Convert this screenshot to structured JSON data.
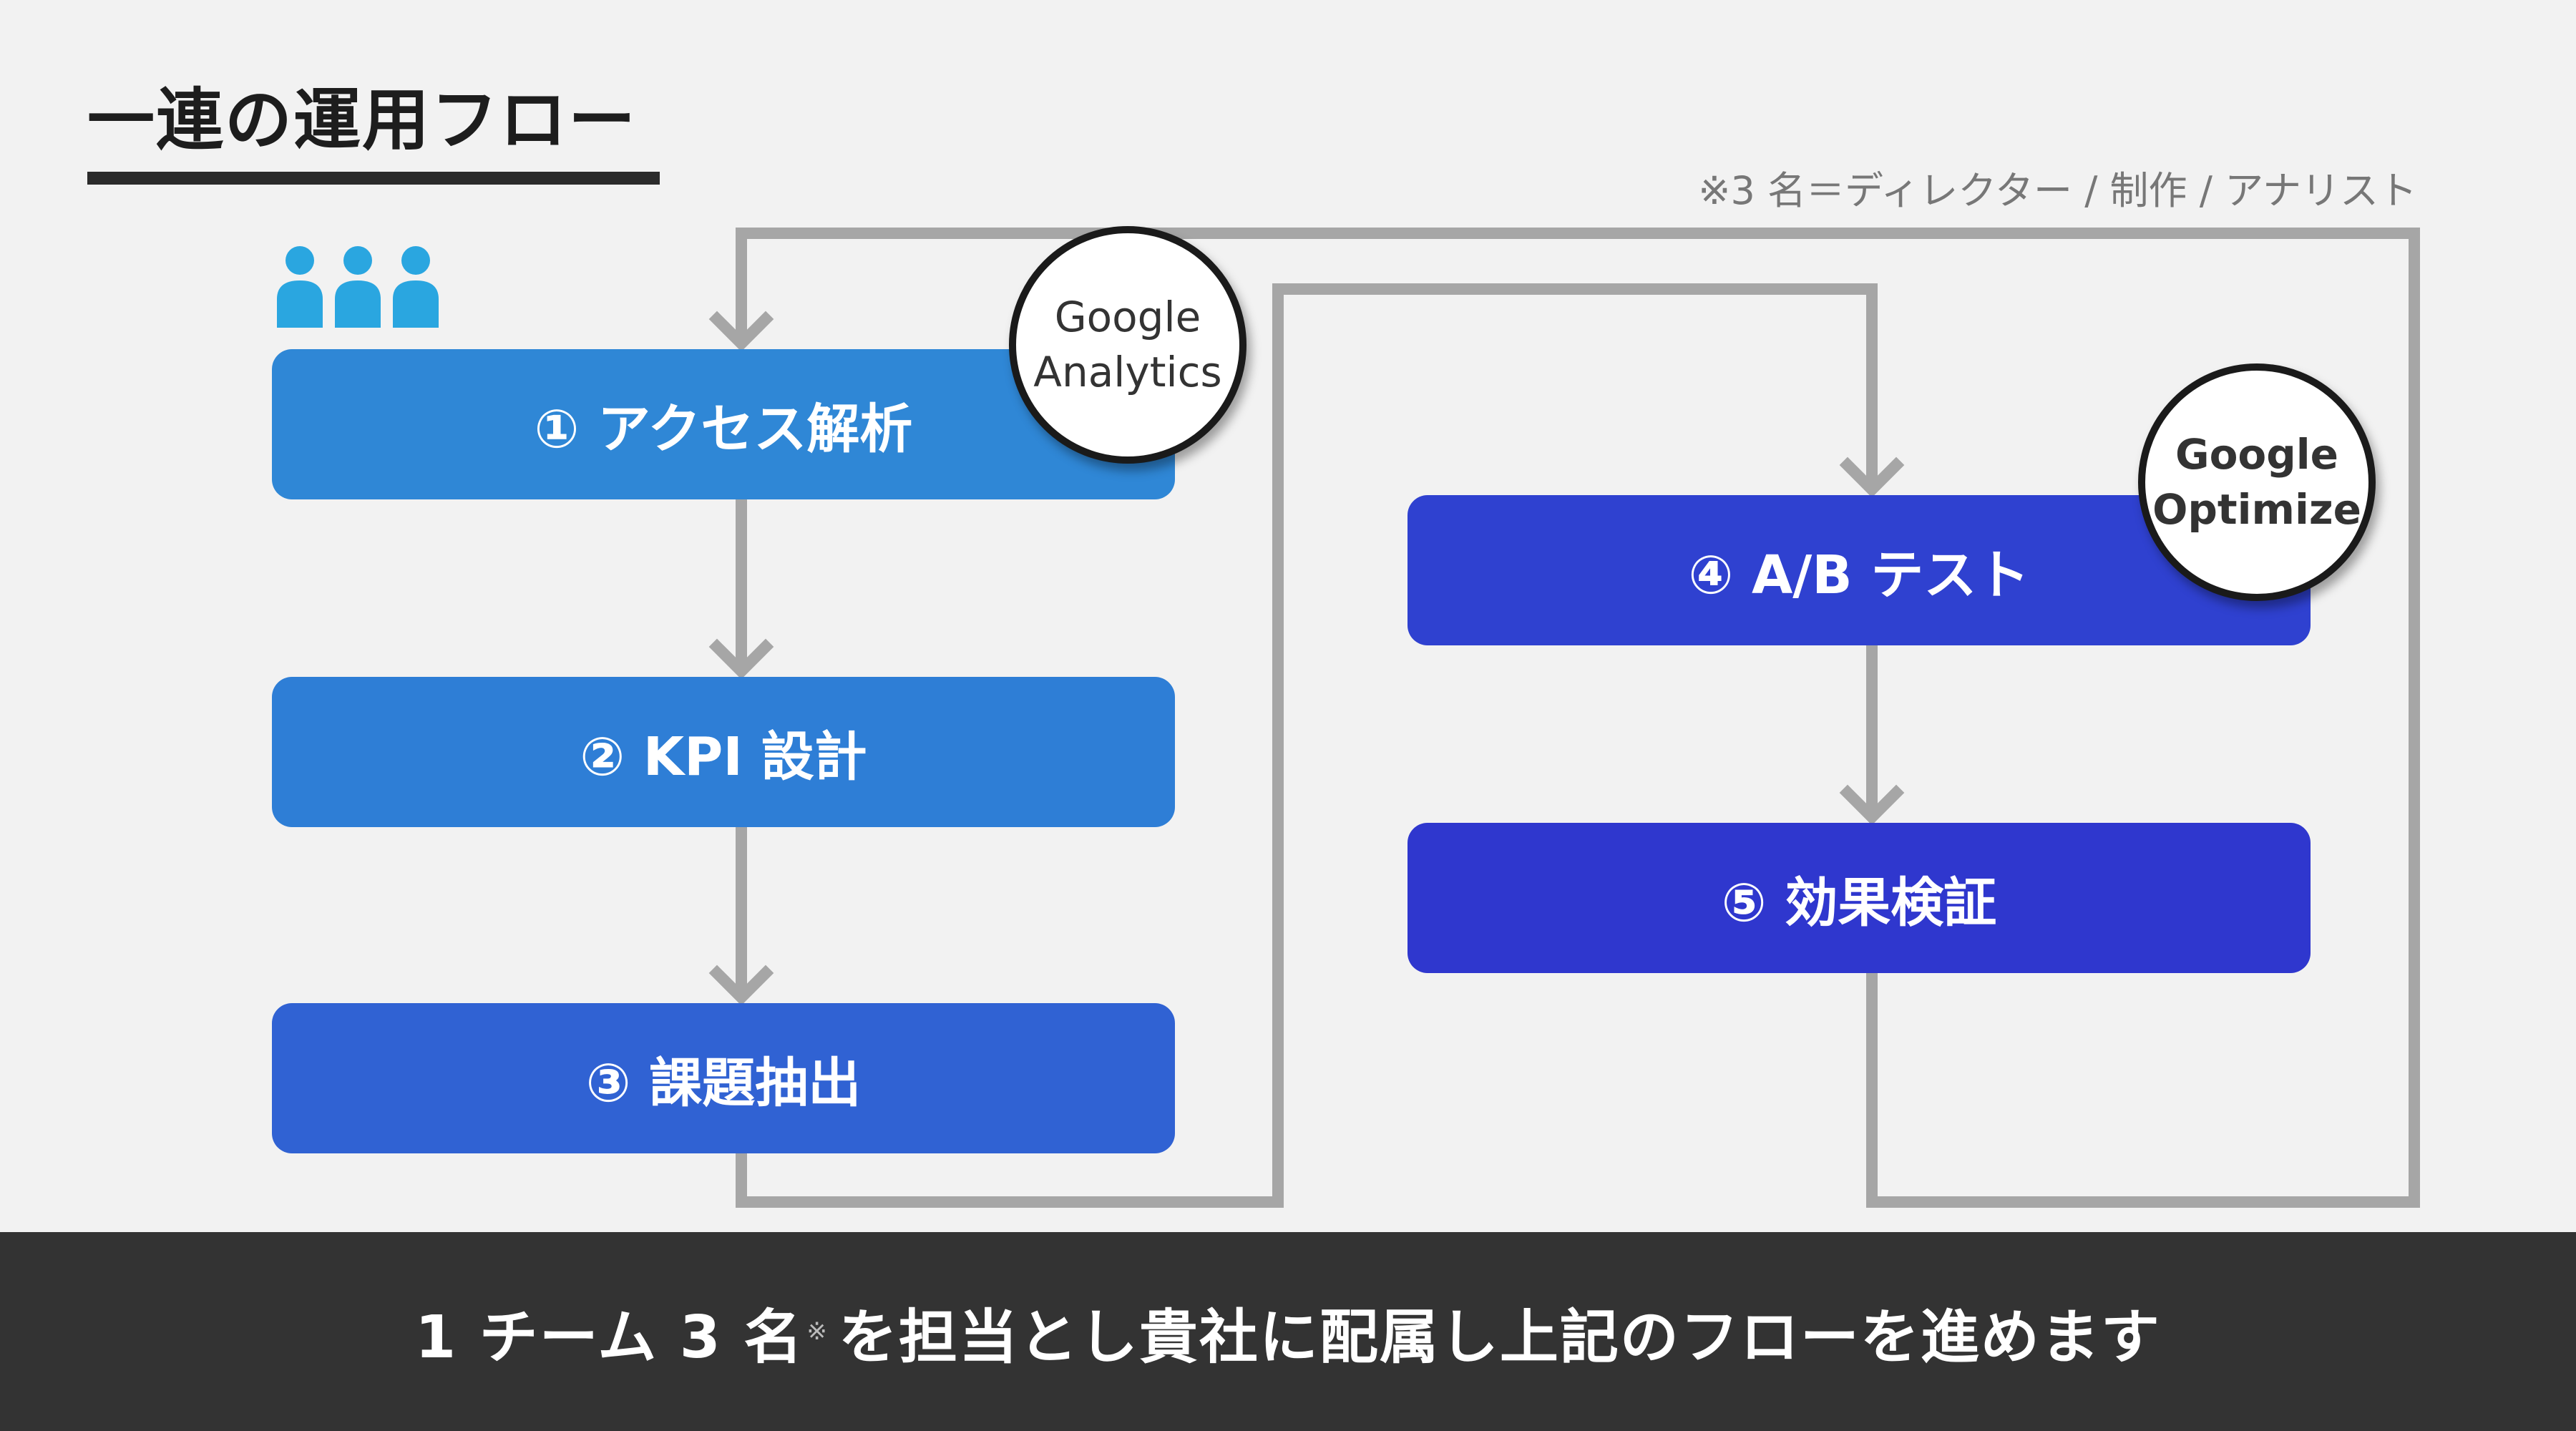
{
  "title": "一連の運用フロー",
  "note": "※3 名＝ディレクター / 制作 / アナリスト",
  "team_icon": "three-people-icon",
  "steps": [
    "① アクセス解析",
    "② KPI 設計",
    "③ 課題抽出",
    "④ A/B テスト",
    "⑤ 効果検証"
  ],
  "tools": {
    "analytics": [
      "Google",
      "Analytics"
    ],
    "optimize": [
      "Google",
      "Optimize"
    ]
  },
  "footer": {
    "text_before": "1 チーム 3 名",
    "footnote_mark": "※",
    "text_after": "を担当とし貴社に配属し上記のフローを進めます"
  },
  "colors": {
    "step_1": "#2f87d6",
    "step_2": "#2e7ed6",
    "step_3": "#3062d3",
    "step_4": "#2f41d0",
    "step_5": "#2f37ce",
    "connector": "#a6a6a6",
    "team_icon": "#2aa6e0",
    "footer_bg": "#333333"
  }
}
